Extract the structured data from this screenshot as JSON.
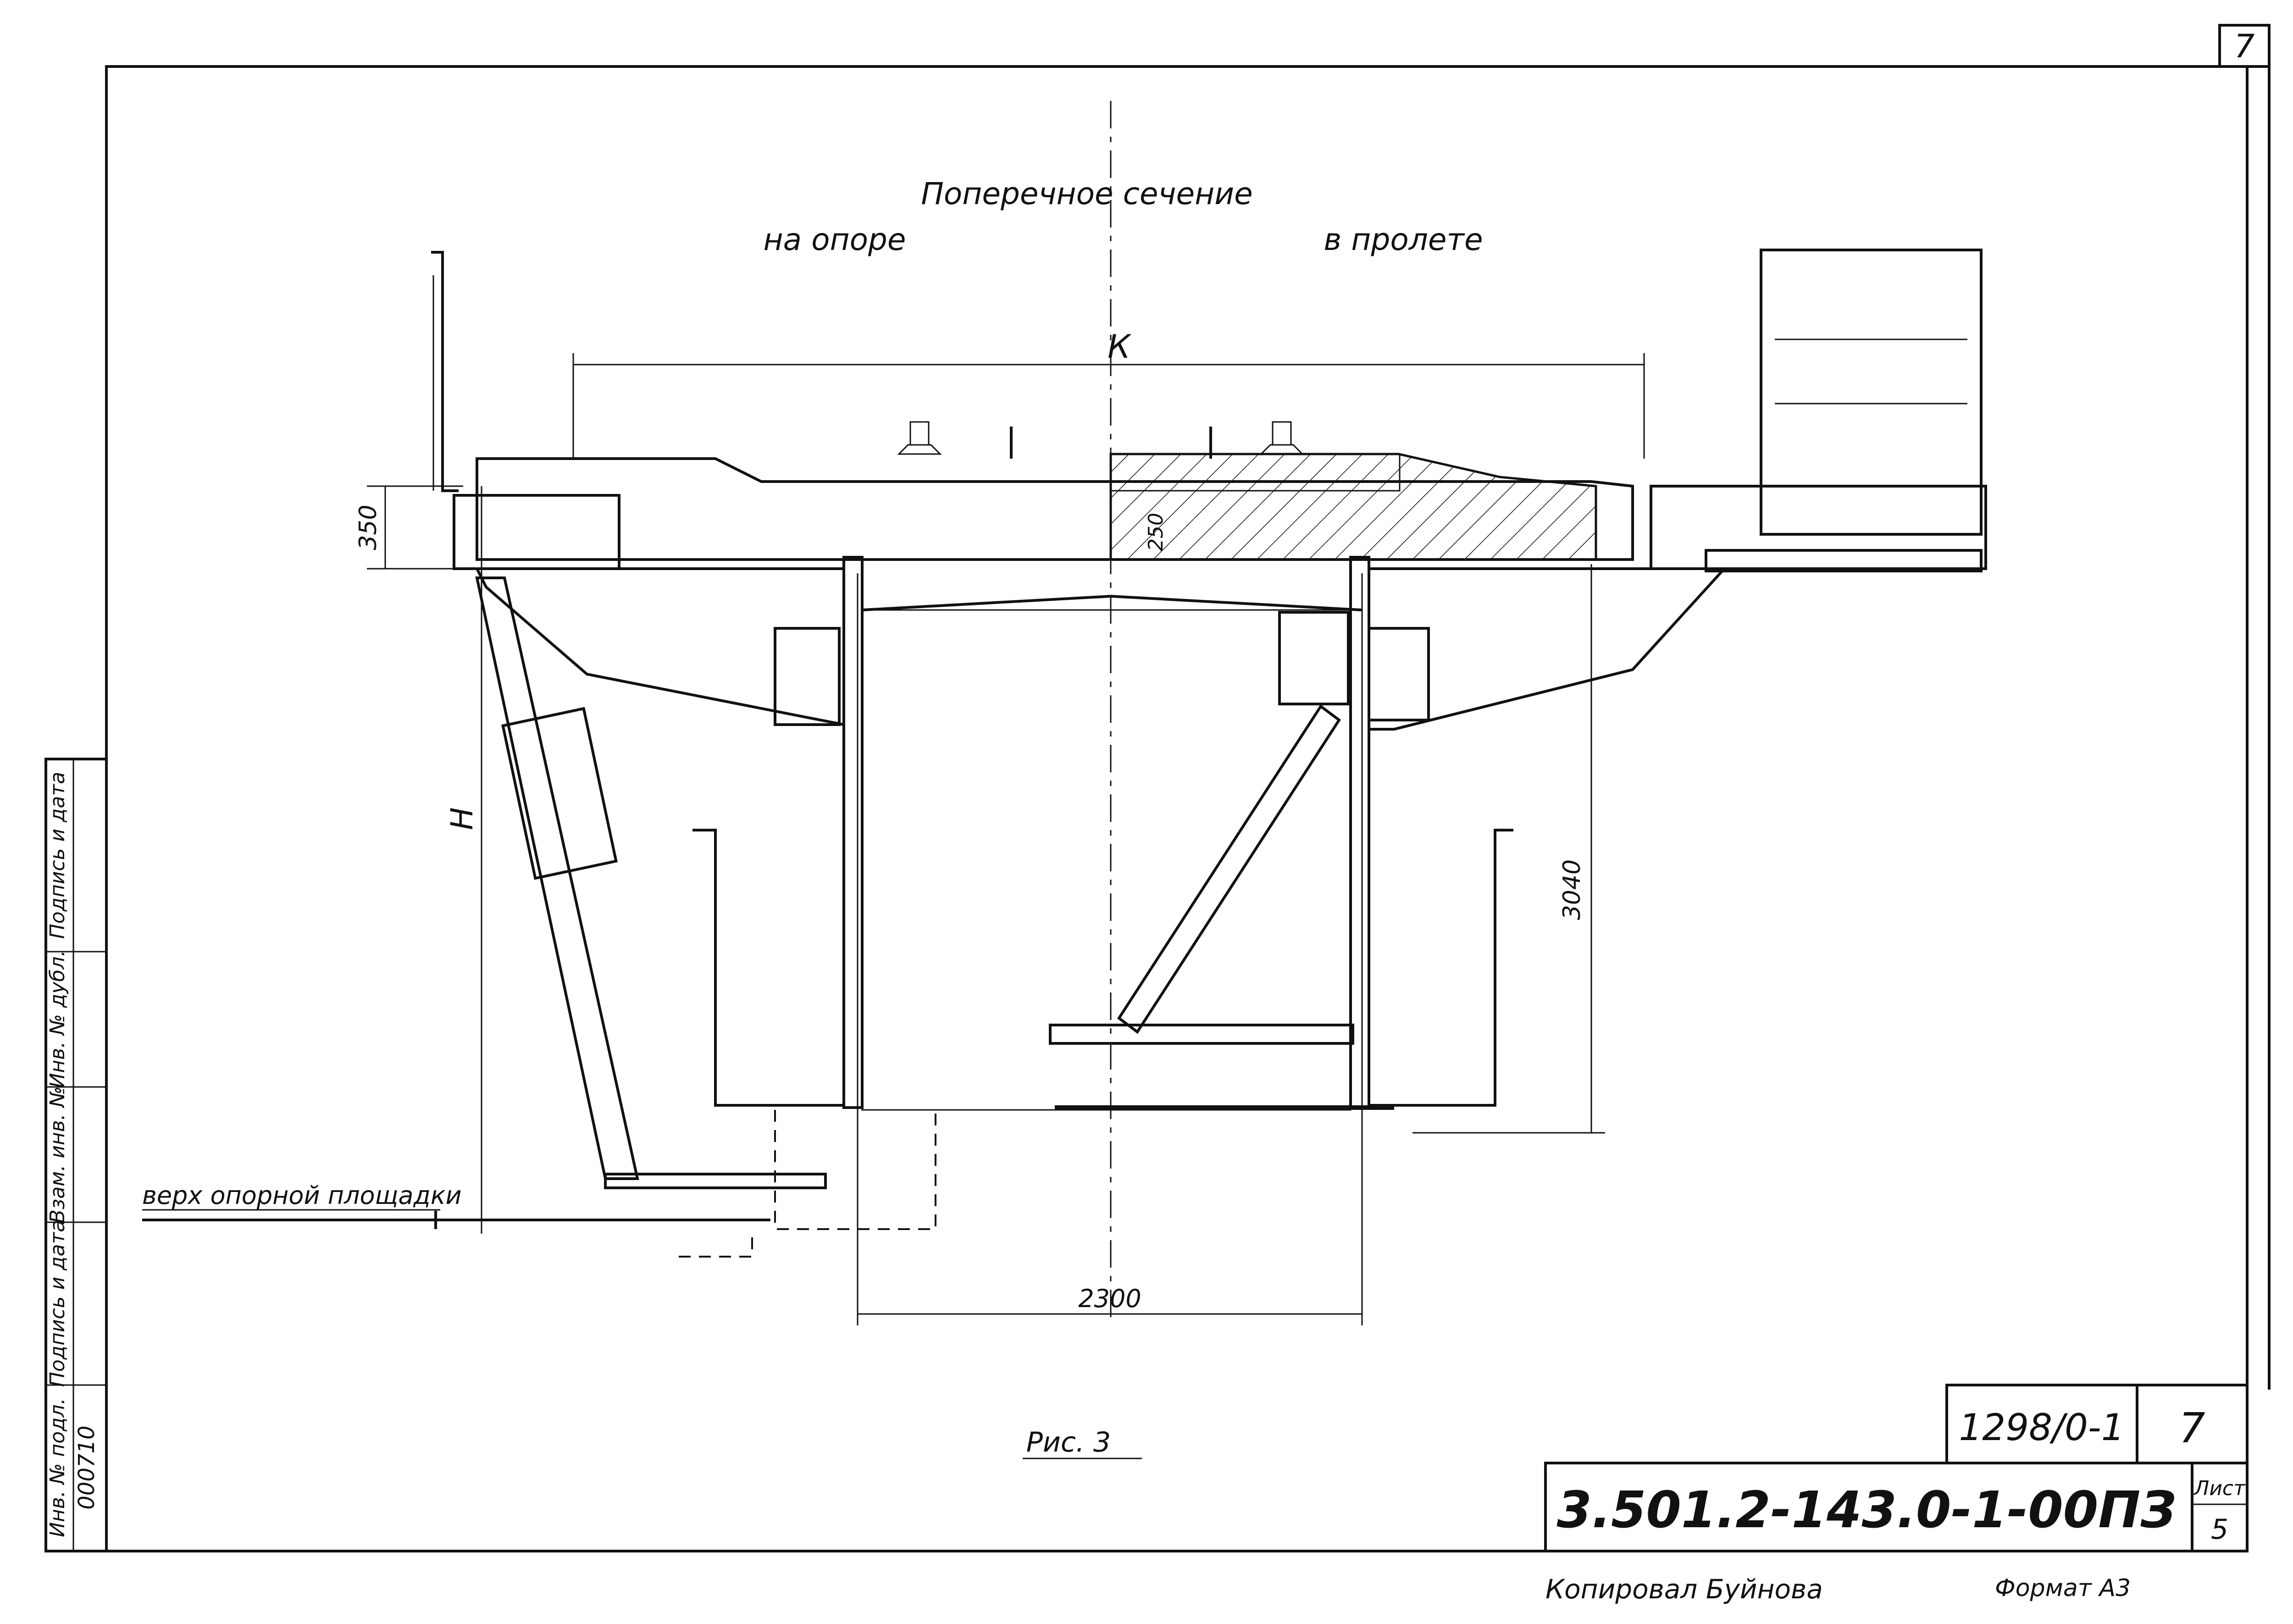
{
  "sheet": {
    "corner_number": "7",
    "title_line1": "Поперечное сечение",
    "label_support": "на опоре",
    "label_span": "в пролете",
    "figure_caption": "Рис. 3",
    "support_top_label": "верх опорной площадки"
  },
  "dimensions": {
    "K": "К",
    "H": "Н",
    "d350": "350",
    "d250": "250",
    "d3040": "3040",
    "d2300": "2300"
  },
  "side_stamp": {
    "cells": [
      "Подпись и дата",
      "Инв. № дубл.",
      "Взам. инв. №",
      "Подпись и дата",
      "Инв. № подл."
    ],
    "inventory_value": "000710"
  },
  "title_block": {
    "order_no": "1298/0-1",
    "order_sheet": "7",
    "designation": "3.501.2-143.0-1-00ПЗ",
    "sheet_label": "Лист",
    "sheet_no": "5"
  },
  "footer": {
    "copied_by": "Копировал Буйнова",
    "format": "Формат А3"
  }
}
